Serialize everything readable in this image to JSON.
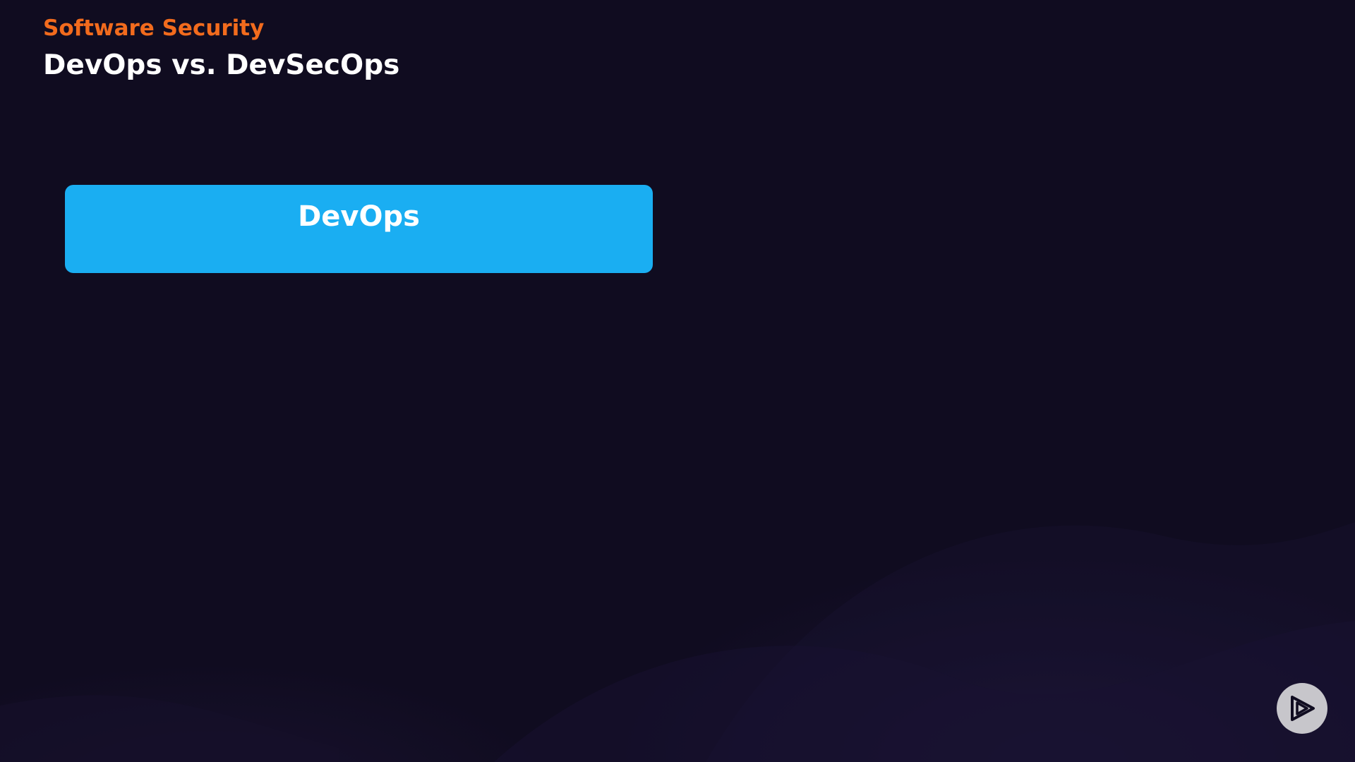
{
  "header": {
    "course_title": "Software Security",
    "slide_title": "DevOps vs. DevSecOps"
  },
  "content": {
    "devops_box_label": "DevOps"
  },
  "colors": {
    "background": "#100c20",
    "accent_orange": "#f26b1d",
    "devops_blue": "#1aaef2",
    "logo_badge": "#c7c6cb"
  },
  "icons": {
    "logo": "play-logo-icon"
  }
}
